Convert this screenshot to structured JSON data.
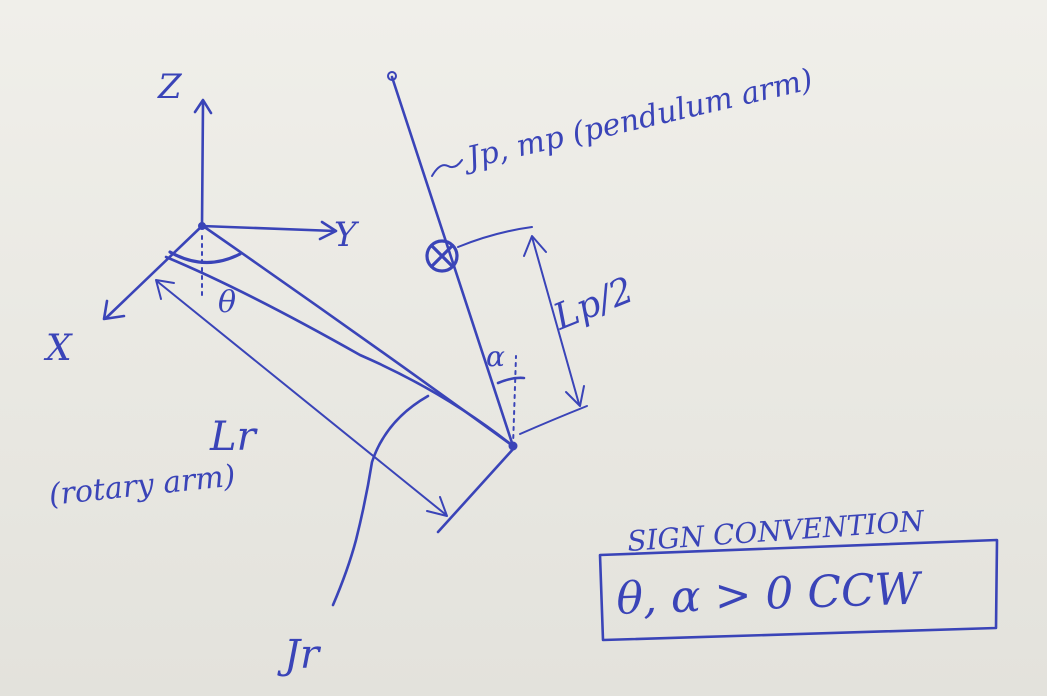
{
  "labels": {
    "axis_z": "Z",
    "axis_y": "Y",
    "axis_x": "X",
    "theta": "θ",
    "alpha": "α",
    "pendulum_params": "Jp, mp (pendulum arm)",
    "lp_half": "Lp/2",
    "lr": "Lr",
    "lr_desc": "(rotary arm)",
    "jr": "Jr",
    "sign_heading": "SIGN CONVENTION",
    "sign_rule": "θ, α > 0 CCW"
  },
  "colors": {
    "ink": "#3a44b8",
    "paper": "#ecebe6"
  }
}
